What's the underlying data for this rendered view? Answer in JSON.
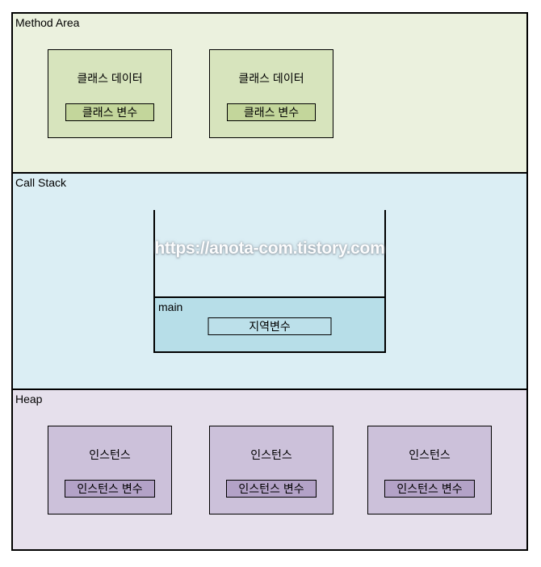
{
  "watermark": {
    "text": "https://anota-com.tistory.com",
    "color": "#ffffff"
  },
  "colors": {
    "page_background": "#ffffff",
    "outline": "#000000",
    "method_area_bg": "#EBF1DE",
    "class_box_fill": "#D7E4BD",
    "class_var_fill": "#C3D69B",
    "call_stack_bg": "#DBEEF4",
    "main_frame_fill": "#B7DEE8",
    "local_var_fill": "#BCE0EA",
    "heap_bg": "#E6E0EC",
    "instance_box_fill": "#CCC1DA",
    "instance_var_fill": "#B3A2C7"
  },
  "sections": {
    "method_area": {
      "label": "Method Area",
      "boxes": [
        {
          "title": "클래스 데이터",
          "variable": "클래스 변수"
        },
        {
          "title": "클래스 데이터",
          "variable": "클래스 변수"
        }
      ]
    },
    "call_stack": {
      "label": "Call Stack",
      "frame": {
        "name": "main",
        "variable": "지역변수"
      }
    },
    "heap": {
      "label": "Heap",
      "boxes": [
        {
          "title": "인스턴스",
          "variable": "인스턴스 변수"
        },
        {
          "title": "인스턴스",
          "variable": "인스턴스 변수"
        },
        {
          "title": "인스턴스",
          "variable": "인스턴스 변수"
        }
      ]
    }
  }
}
